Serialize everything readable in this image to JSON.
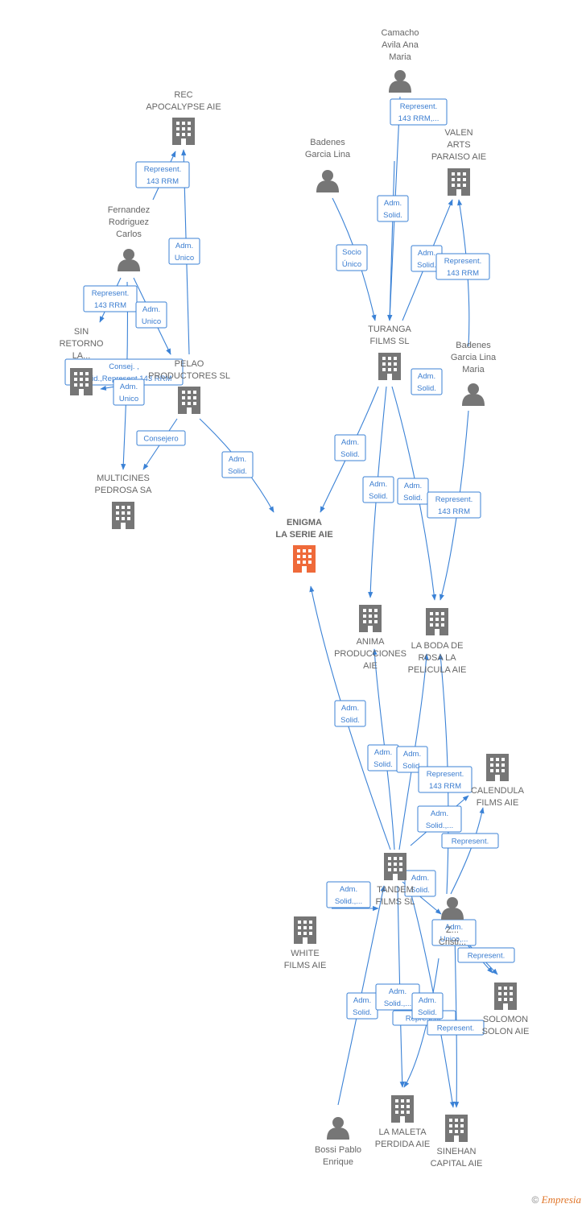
{
  "colors": {
    "edge": "#3b82d6",
    "node": "#767676",
    "focus": "#ef6a3a",
    "label": "#666666"
  },
  "footer": {
    "copyright": "©",
    "brand": "Empresia"
  },
  "nodes": [
    {
      "id": "rec",
      "type": "company",
      "label": [
        "REC",
        "APOCALYPSE AIE"
      ]
    },
    {
      "id": "fernandez",
      "type": "person",
      "label": [
        "Fernandez",
        "Rodriguez",
        "Carlos"
      ]
    },
    {
      "id": "sinretorno",
      "type": "company",
      "label": [
        "SIN",
        "RETORNO",
        "LA..."
      ]
    },
    {
      "id": "pelao",
      "type": "company",
      "label": [
        "PELAO",
        "PRODUCTORES SL"
      ]
    },
    {
      "id": "multicines",
      "type": "company",
      "label": [
        "MULTICINES",
        "PEDROSA SA"
      ]
    },
    {
      "id": "enigma",
      "type": "focus",
      "label": [
        "ENIGMA",
        "LA SERIE AIE"
      ]
    },
    {
      "id": "camacho",
      "type": "person",
      "label": [
        "Camacho",
        "Avila Ana",
        "Maria"
      ]
    },
    {
      "id": "badenes1",
      "type": "person",
      "label": [
        "Badenes",
        "Garcia Lina"
      ]
    },
    {
      "id": "valen",
      "type": "company",
      "label": [
        "VALEN",
        "ARTS",
        "PARAISO AIE"
      ]
    },
    {
      "id": "turanga",
      "type": "company",
      "label": [
        "TURANGA",
        "FILMS SL"
      ]
    },
    {
      "id": "badenes2",
      "type": "person",
      "label": [
        "Badenes",
        "Garcia Lina",
        "Maria"
      ]
    },
    {
      "id": "anima",
      "type": "company",
      "label": [
        "ANIMA",
        "PRODUCCIONES",
        "AIE"
      ]
    },
    {
      "id": "boda",
      "type": "company",
      "label": [
        "LA BODA DE",
        "ROSA LA",
        "PELICULA  AIE"
      ]
    },
    {
      "id": "calendula",
      "type": "company",
      "label": [
        "CALENDULA",
        "FILMS  AIE"
      ]
    },
    {
      "id": "tandem",
      "type": "company",
      "label": [
        "TANDEM",
        "FILMS  SL"
      ]
    },
    {
      "id": "zcristi",
      "type": "person",
      "label": [
        "Z...",
        "Cristi..."
      ]
    },
    {
      "id": "white",
      "type": "company",
      "label": [
        "WHITE",
        "FILMS AIE"
      ]
    },
    {
      "id": "solomon",
      "type": "company",
      "label": [
        "SOLOMON",
        "SOLON AIE"
      ]
    },
    {
      "id": "bossi",
      "type": "person",
      "label": [
        "Bossi Pablo",
        "Enrique"
      ]
    },
    {
      "id": "maleta",
      "type": "company",
      "label": [
        "LA MALETA",
        "PERDIDA AIE"
      ]
    },
    {
      "id": "sinehan",
      "type": "company",
      "label": [
        "SINEHAN",
        "CAPITAL AIE"
      ]
    }
  ],
  "edge_labels": [
    {
      "id": "e1",
      "lines": [
        "Represent.",
        "143 RRM"
      ]
    },
    {
      "id": "e2",
      "lines": [
        "Adm.",
        "Unico"
      ]
    },
    {
      "id": "e3",
      "lines": [
        "Represent.",
        "143 RRM"
      ]
    },
    {
      "id": "e4",
      "lines": [
        "Adm.",
        "Unico"
      ]
    },
    {
      "id": "e5",
      "lines": [
        "Consej. ,",
        "Presid.,Represent.143 RRM"
      ]
    },
    {
      "id": "e6",
      "lines": [
        "Adm.",
        "Unico"
      ]
    },
    {
      "id": "e7",
      "lines": [
        "Consejero"
      ]
    },
    {
      "id": "e8",
      "lines": [
        "Adm.",
        "Solid."
      ]
    },
    {
      "id": "e9",
      "lines": [
        "Represent.",
        "143 RRM,..."
      ]
    },
    {
      "id": "e10",
      "lines": [
        "Adm.",
        "Solid."
      ]
    },
    {
      "id": "e11",
      "lines": [
        "Socio",
        "Único"
      ]
    },
    {
      "id": "e12",
      "lines": [
        "Adm.",
        "Solid."
      ]
    },
    {
      "id": "e13",
      "lines": [
        "Represent.",
        "143 RRM"
      ]
    },
    {
      "id": "e14",
      "lines": [
        "Adm.",
        "Solid."
      ]
    },
    {
      "id": "e15",
      "lines": [
        "Adm.",
        "Solid."
      ]
    },
    {
      "id": "e16",
      "lines": [
        "Adm.",
        "Solid."
      ]
    },
    {
      "id": "e17",
      "lines": [
        "Adm.",
        "Solid."
      ]
    },
    {
      "id": "e18",
      "lines": [
        "Represent.",
        "143 RRM"
      ]
    },
    {
      "id": "e19",
      "lines": [
        "Adm.",
        "Solid."
      ]
    },
    {
      "id": "e20",
      "lines": [
        "Adm.",
        "Solid."
      ]
    },
    {
      "id": "e21",
      "lines": [
        "Adm.",
        "Solid."
      ]
    },
    {
      "id": "e22",
      "lines": [
        "Represent.",
        "143 RRM"
      ]
    },
    {
      "id": "e23",
      "lines": [
        "Adm.",
        "Solid.,..."
      ]
    },
    {
      "id": "e24",
      "lines": [
        "Represent."
      ]
    },
    {
      "id": "e25",
      "lines": [
        "Adm.",
        "Solid.,..."
      ]
    },
    {
      "id": "e26",
      "lines": [
        "Adm.",
        "Solid."
      ]
    },
    {
      "id": "e27",
      "lines": [
        "Adm.",
        "Unico,..."
      ]
    },
    {
      "id": "e28",
      "lines": [
        "Represent."
      ]
    },
    {
      "id": "e29",
      "lines": [
        "Adm.",
        "Solid."
      ]
    },
    {
      "id": "e30",
      "lines": [
        "Adm.",
        "Solid.,..."
      ]
    },
    {
      "id": "e31",
      "lines": [
        "Represent."
      ]
    },
    {
      "id": "e32",
      "lines": [
        "Adm.",
        "Solid."
      ]
    },
    {
      "id": "e33",
      "lines": [
        "Represent."
      ]
    }
  ]
}
